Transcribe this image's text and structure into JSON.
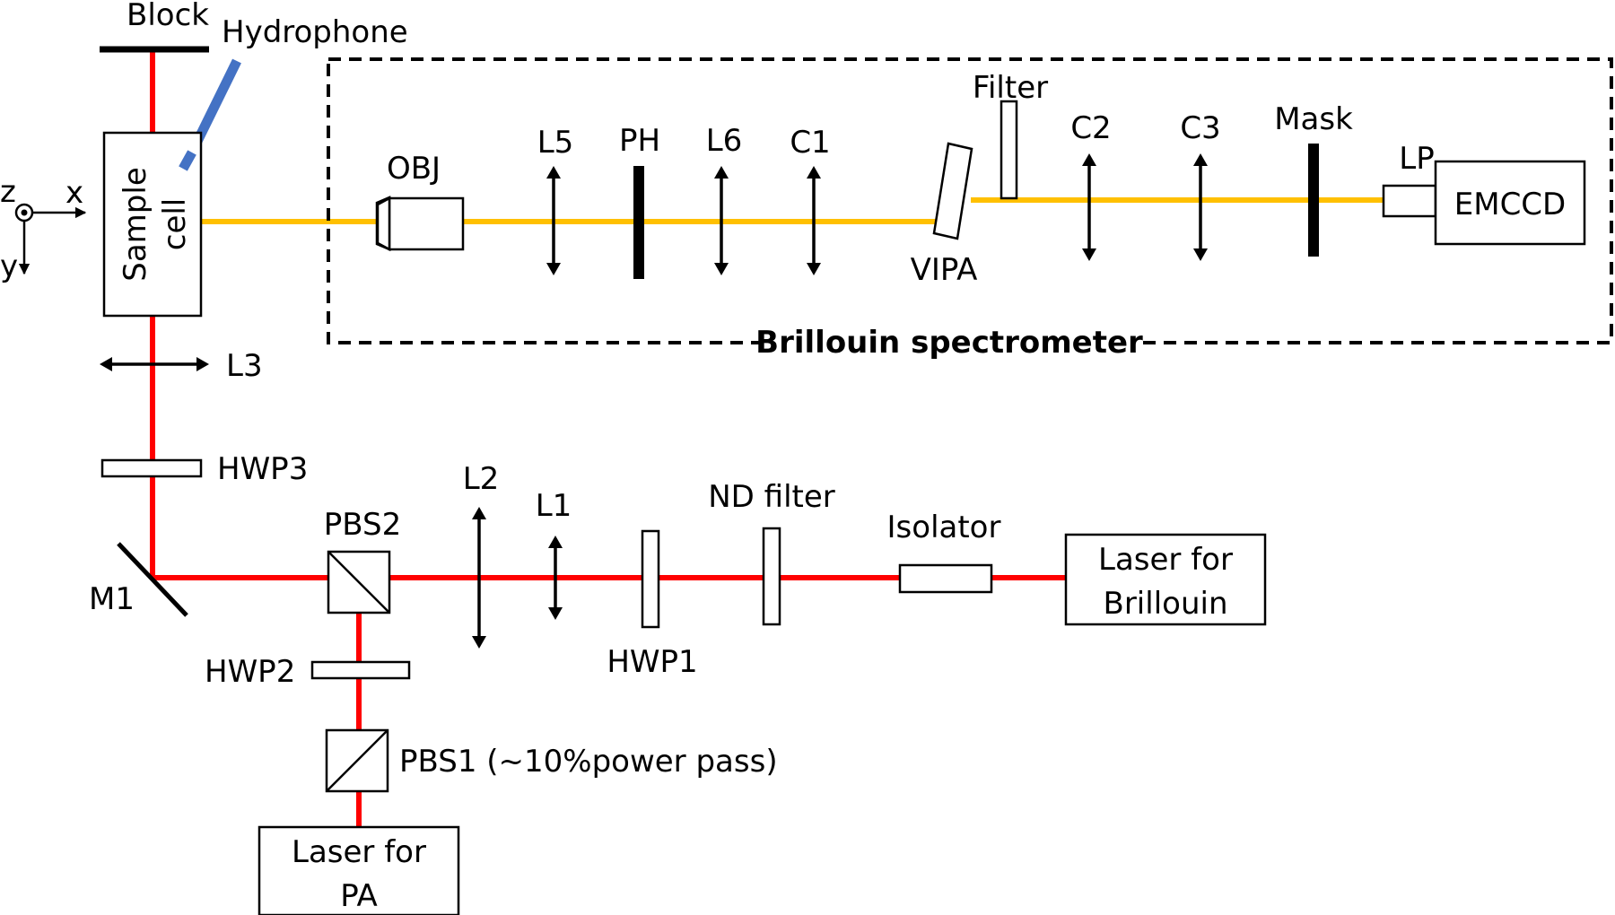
{
  "labels": {
    "block": "Block",
    "hydrophone": "Hydrophone",
    "sample_cell_line1": "Sample",
    "sample_cell_line2": "cell",
    "axis_z": "z",
    "axis_x": "x",
    "axis_y": "y",
    "l3": "L3",
    "hwp3": "HWP3",
    "m1": "M1",
    "pbs2": "PBS2",
    "hwp2": "HWP2",
    "pbs1": "PBS1 (~10%power pass)",
    "laser_pa_line1": "Laser for",
    "laser_pa_line2": "PA",
    "l2": "L2",
    "l1": "L1",
    "hwp1": "HWP1",
    "nd_filter": "ND filter",
    "isolator": "Isolator",
    "laser_brillouin_line1": "Laser for",
    "laser_brillouin_line2": "Brillouin",
    "obj": "OBJ",
    "l5": "L5",
    "ph": "PH",
    "l6": "L6",
    "c1": "C1",
    "vipa": "VIPA",
    "filter": "Filter",
    "c2": "C2",
    "c3": "C3",
    "mask": "Mask",
    "lp": "LP",
    "emccd": "EMCCD",
    "spectrometer": "Brillouin spectrometer"
  },
  "colors": {
    "red_beam": "#ff0000",
    "yellow_beam": "#ffc000",
    "hydrophone": "#4472c4",
    "outline": "#000000"
  }
}
